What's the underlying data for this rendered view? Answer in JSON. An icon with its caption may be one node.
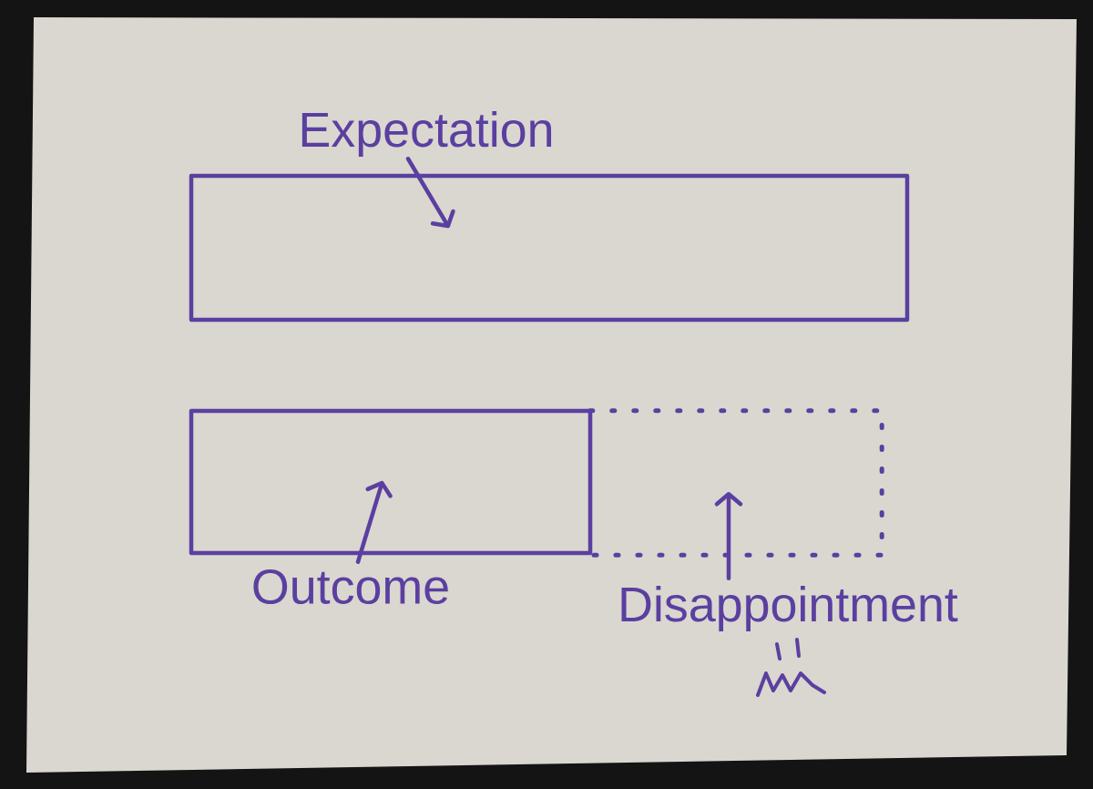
{
  "diagram": {
    "nodes": [
      {
        "text": [
          "Expectation"
        ]
      },
      {
        "text": [],
        "shape": "box"
      },
      {
        "text": [],
        "shape": "box"
      },
      {
        "text": [],
        "shape": "box"
      },
      {
        "text": [
          "Outcome"
        ]
      },
      {
        "text": [
          "Disappointment"
        ]
      }
    ],
    "edges": [
      {
        "from": 0,
        "to": 1,
        "arrow": "to"
      },
      {
        "from": 4,
        "to": 2,
        "arrow": "to"
      },
      {
        "from": 5,
        "to": 3,
        "arrow": "to"
      }
    ]
  }
}
